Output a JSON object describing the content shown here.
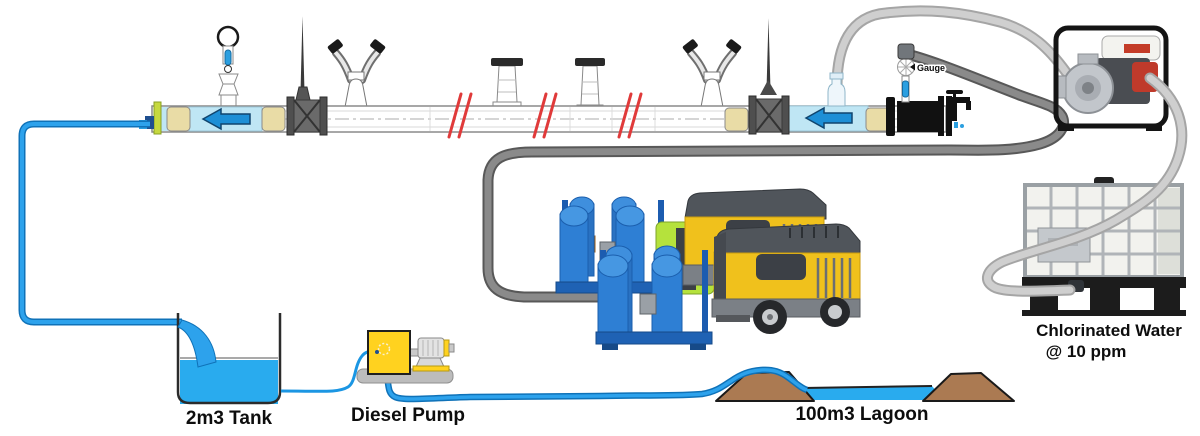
{
  "labels": {
    "tank": "2m3 Tank",
    "diesel_pump": "Diesel Pump",
    "lagoon": "100m3 Lagoon",
    "chlorinated_water_line1": "Chlorinated Water",
    "chlorinated_water_line2": "@ 10 ppm",
    "gauge": "Gauge"
  },
  "colors": {
    "flow_line_blue": "#1b96e3",
    "water_fill_blue": "#29abee",
    "pipe_section_light_blue": "#bfe6f4",
    "flow_arrow_blue": "#1d8fd6",
    "coupling_tan": "#e9dca6",
    "dark_hose_gray": "#8a8a8a",
    "light_hose_gray": "#cfcfcf",
    "berm_brown": "#ab7a52",
    "compressor_yellow": "#f0c11c",
    "filter_unit_blue": "#2e7fd4",
    "diesel_pump_yellow": "#ffd21f",
    "end_cap_lime": "#c6d93f"
  }
}
